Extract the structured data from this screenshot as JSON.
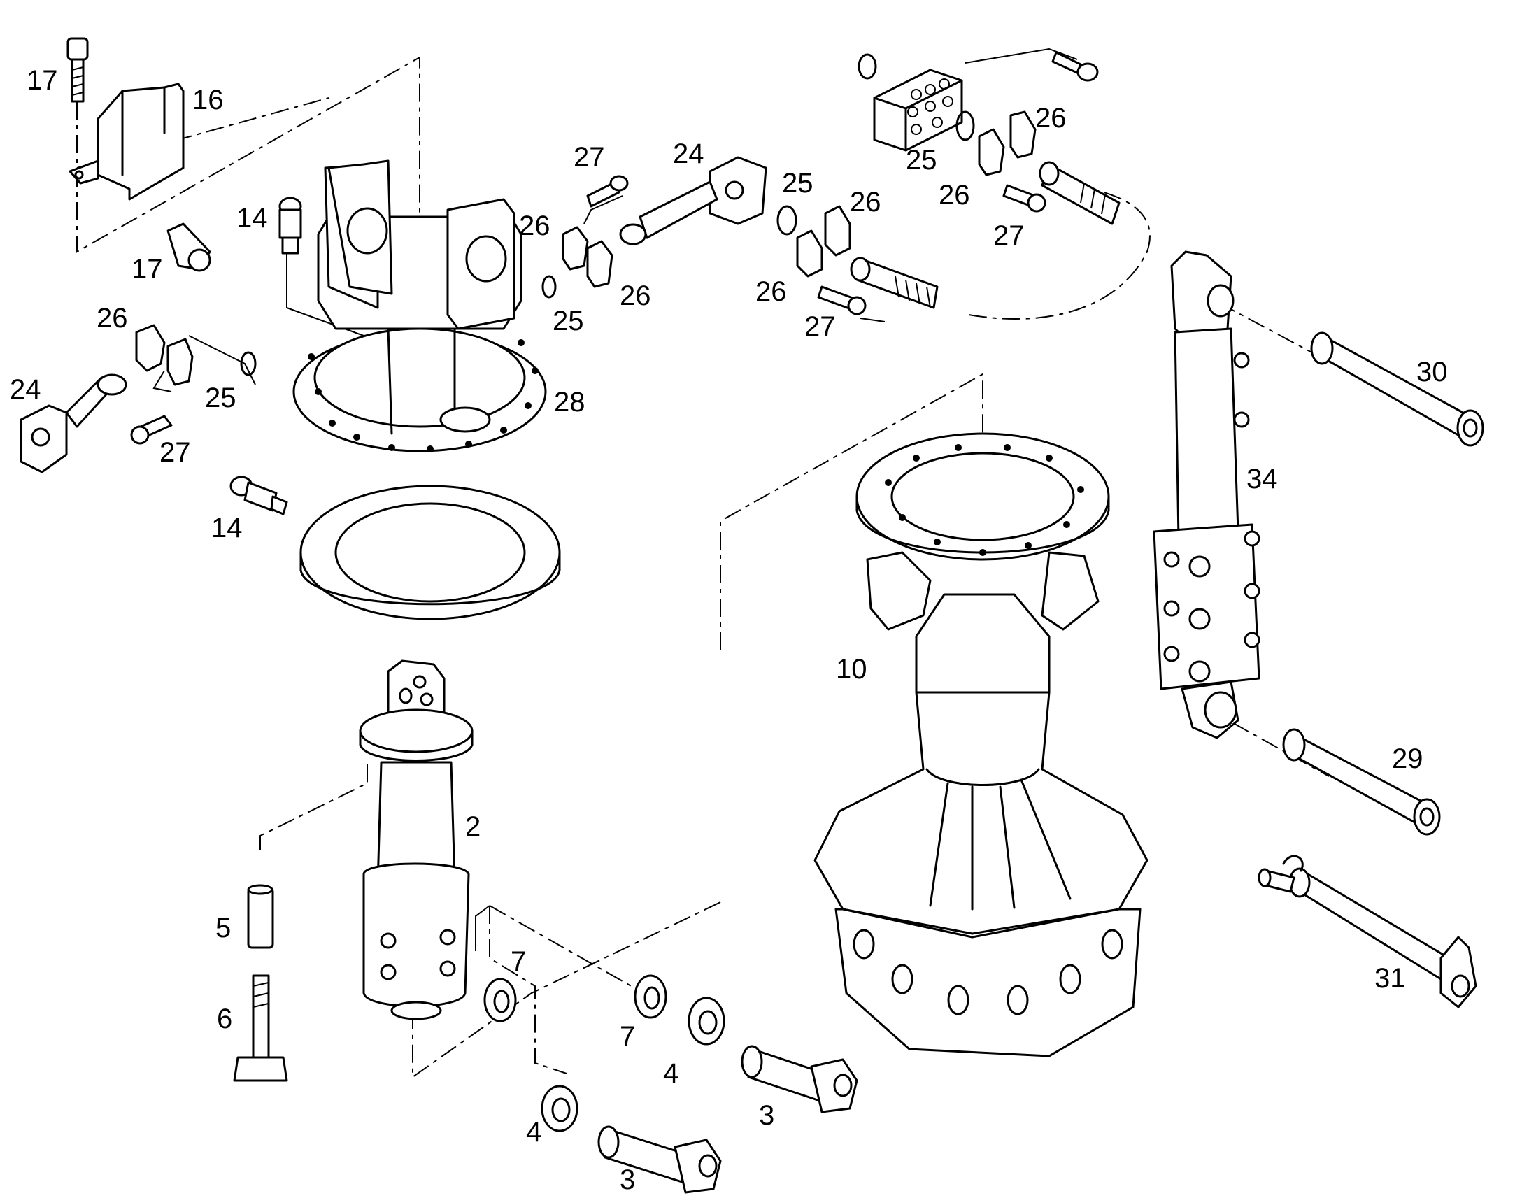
{
  "callouts": [
    {
      "id": "c-17a",
      "text": "17"
    },
    {
      "id": "c-16",
      "text": "16"
    },
    {
      "id": "c-17b",
      "text": "17"
    },
    {
      "id": "c-14a",
      "text": "14"
    },
    {
      "id": "c-26a",
      "text": "26"
    },
    {
      "id": "c-24a",
      "text": "24"
    },
    {
      "id": "c-25a",
      "text": "25"
    },
    {
      "id": "c-27a",
      "text": "27"
    },
    {
      "id": "c-28",
      "text": "28"
    },
    {
      "id": "c-14b",
      "text": "14"
    },
    {
      "id": "c-27b",
      "text": "27"
    },
    {
      "id": "c-24b",
      "text": "24"
    },
    {
      "id": "c-26b",
      "text": "26"
    },
    {
      "id": "c-26c",
      "text": "26"
    },
    {
      "id": "c-25b",
      "text": "25"
    },
    {
      "id": "c-25c",
      "text": "25"
    },
    {
      "id": "c-26d",
      "text": "26"
    },
    {
      "id": "c-26e",
      "text": "26"
    },
    {
      "id": "c-27c",
      "text": "27"
    },
    {
      "id": "c-25d",
      "text": "25"
    },
    {
      "id": "c-26f",
      "text": "26"
    },
    {
      "id": "c-26g",
      "text": "26"
    },
    {
      "id": "c-27d",
      "text": "27"
    },
    {
      "id": "c-30",
      "text": "30"
    },
    {
      "id": "c-34",
      "text": "34"
    },
    {
      "id": "c-10",
      "text": "10"
    },
    {
      "id": "c-2",
      "text": "2"
    },
    {
      "id": "c-29",
      "text": "29"
    },
    {
      "id": "c-31",
      "text": "31"
    },
    {
      "id": "c-5",
      "text": "5"
    },
    {
      "id": "c-6",
      "text": "6"
    },
    {
      "id": "c-7a",
      "text": "7"
    },
    {
      "id": "c-7b",
      "text": "7"
    },
    {
      "id": "c-4a",
      "text": "4"
    },
    {
      "id": "c-4b",
      "text": "4"
    },
    {
      "id": "c-3a",
      "text": "3"
    },
    {
      "id": "c-3b",
      "text": "3"
    }
  ]
}
